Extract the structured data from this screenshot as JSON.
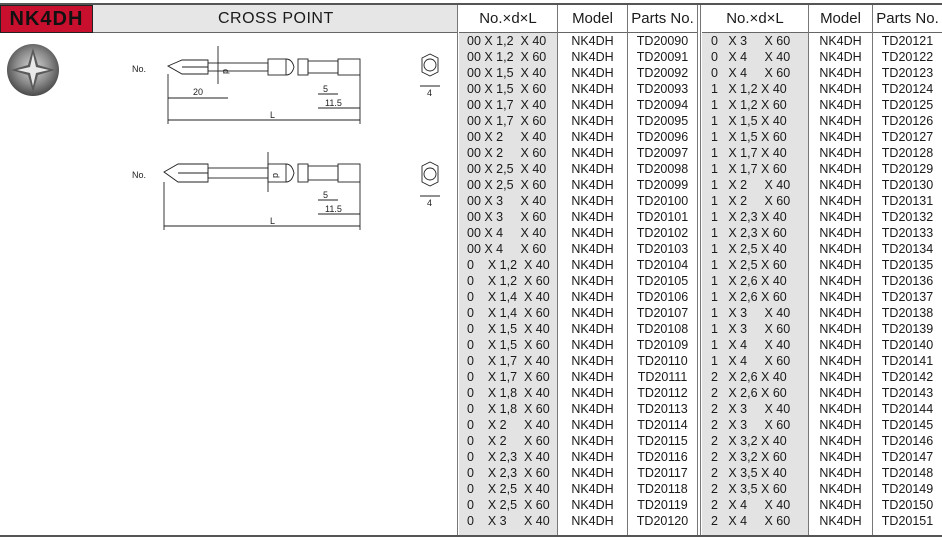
{
  "header": {
    "badge": "NK4DH",
    "title": "CROSS POINT"
  },
  "columns": {
    "size": "No.×d×L",
    "model": "Model",
    "parts": "Parts No."
  },
  "drawing": {
    "no_label": "No.",
    "d_label": "d",
    "dim_5": "5",
    "dim_11_5": "11.5",
    "dim_20": "20",
    "dim_L": "L",
    "dim_4": "4"
  },
  "table_left": [
    {
      "size": "00 X 1,2  X 40",
      "model": "NK4DH",
      "parts": "TD20090"
    },
    {
      "size": "00 X 1,2  X 60",
      "model": "NK4DH",
      "parts": "TD20091"
    },
    {
      "size": "00 X 1,5  X 40",
      "model": "NK4DH",
      "parts": "TD20092"
    },
    {
      "size": "00 X 1,5  X 60",
      "model": "NK4DH",
      "parts": "TD20093"
    },
    {
      "size": "00 X 1,7  X 40",
      "model": "NK4DH",
      "parts": "TD20094"
    },
    {
      "size": "00 X 1,7  X 60",
      "model": "NK4DH",
      "parts": "TD20095"
    },
    {
      "size": "00 X 2     X 40",
      "model": "NK4DH",
      "parts": "TD20096"
    },
    {
      "size": "00 X 2     X 60",
      "model": "NK4DH",
      "parts": "TD20097"
    },
    {
      "size": "00 X 2,5  X 40",
      "model": "NK4DH",
      "parts": "TD20098"
    },
    {
      "size": "00 X 2,5  X 60",
      "model": "NK4DH",
      "parts": "TD20099"
    },
    {
      "size": "00 X 3     X 40",
      "model": "NK4DH",
      "parts": "TD20100"
    },
    {
      "size": "00 X 3     X 60",
      "model": "NK4DH",
      "parts": "TD20101"
    },
    {
      "size": "00 X 4     X 40",
      "model": "NK4DH",
      "parts": "TD20102"
    },
    {
      "size": "00 X 4     X 60",
      "model": "NK4DH",
      "parts": "TD20103"
    },
    {
      "size": "0    X 1,2  X 40",
      "model": "NK4DH",
      "parts": "TD20104"
    },
    {
      "size": "0    X 1,2  X 60",
      "model": "NK4DH",
      "parts": "TD20105"
    },
    {
      "size": "0    X 1,4  X 40",
      "model": "NK4DH",
      "parts": "TD20106"
    },
    {
      "size": "0    X 1,4  X 60",
      "model": "NK4DH",
      "parts": "TD20107"
    },
    {
      "size": "0    X 1,5  X 40",
      "model": "NK4DH",
      "parts": "TD20108"
    },
    {
      "size": "0    X 1,5  X 60",
      "model": "NK4DH",
      "parts": "TD20109"
    },
    {
      "size": "0    X 1,7  X 40",
      "model": "NK4DH",
      "parts": "TD20110"
    },
    {
      "size": "0    X 1,7  X 60",
      "model": "NK4DH",
      "parts": "TD20111"
    },
    {
      "size": "0    X 1,8  X 40",
      "model": "NK4DH",
      "parts": "TD20112"
    },
    {
      "size": "0    X 1,8  X 60",
      "model": "NK4DH",
      "parts": "TD20113"
    },
    {
      "size": "0    X 2     X 40",
      "model": "NK4DH",
      "parts": "TD20114"
    },
    {
      "size": "0    X 2     X 60",
      "model": "NK4DH",
      "parts": "TD20115"
    },
    {
      "size": "0    X 2,3  X 40",
      "model": "NK4DH",
      "parts": "TD20116"
    },
    {
      "size": "0    X 2,3  X 60",
      "model": "NK4DH",
      "parts": "TD20117"
    },
    {
      "size": "0    X 2,5  X 40",
      "model": "NK4DH",
      "parts": "TD20118"
    },
    {
      "size": "0    X 2,5  X 60",
      "model": "NK4DH",
      "parts": "TD20119"
    },
    {
      "size": "0    X 3     X 40",
      "model": "NK4DH",
      "parts": "TD20120"
    }
  ],
  "table_right": [
    {
      "size": "0   X 3     X 60",
      "model": "NK4DH",
      "parts": "TD20121"
    },
    {
      "size": "0   X 4     X 40",
      "model": "NK4DH",
      "parts": "TD20122"
    },
    {
      "size": "0   X 4     X 60",
      "model": "NK4DH",
      "parts": "TD20123"
    },
    {
      "size": "1   X 1,2 X 40",
      "model": "NK4DH",
      "parts": "TD20124"
    },
    {
      "size": "1   X 1,2 X 60",
      "model": "NK4DH",
      "parts": "TD20125"
    },
    {
      "size": "1   X 1,5 X 40",
      "model": "NK4DH",
      "parts": "TD20126"
    },
    {
      "size": "1   X 1,5 X 60",
      "model": "NK4DH",
      "parts": "TD20127"
    },
    {
      "size": "1   X 1,7 X 40",
      "model": "NK4DH",
      "parts": "TD20128"
    },
    {
      "size": "1   X 1,7 X 60",
      "model": "NK4DH",
      "parts": "TD20129"
    },
    {
      "size": "1   X 2     X 40",
      "model": "NK4DH",
      "parts": "TD20130"
    },
    {
      "size": "1   X 2     X 60",
      "model": "NK4DH",
      "parts": "TD20131"
    },
    {
      "size": "1   X 2,3 X 40",
      "model": "NK4DH",
      "parts": "TD20132"
    },
    {
      "size": "1   X 2,3 X 60",
      "model": "NK4DH",
      "parts": "TD20133"
    },
    {
      "size": "1   X 2,5 X 40",
      "model": "NK4DH",
      "parts": "TD20134"
    },
    {
      "size": "1   X 2,5 X 60",
      "model": "NK4DH",
      "parts": "TD20135"
    },
    {
      "size": "1   X 2,6 X 40",
      "model": "NK4DH",
      "parts": "TD20136"
    },
    {
      "size": "1   X 2,6 X 60",
      "model": "NK4DH",
      "parts": "TD20137"
    },
    {
      "size": "1   X 3     X 40",
      "model": "NK4DH",
      "parts": "TD20138"
    },
    {
      "size": "1   X 3     X 60",
      "model": "NK4DH",
      "parts": "TD20139"
    },
    {
      "size": "1   X 4     X 40",
      "model": "NK4DH",
      "parts": "TD20140"
    },
    {
      "size": "1   X 4     X 60",
      "model": "NK4DH",
      "parts": "TD20141"
    },
    {
      "size": "2   X 2,6 X 40",
      "model": "NK4DH",
      "parts": "TD20142"
    },
    {
      "size": "2   X 2,6 X 60",
      "model": "NK4DH",
      "parts": "TD20143"
    },
    {
      "size": "2   X 3     X 40",
      "model": "NK4DH",
      "parts": "TD20144"
    },
    {
      "size": "2   X 3     X 60",
      "model": "NK4DH",
      "parts": "TD20145"
    },
    {
      "size": "2   X 3,2 X 40",
      "model": "NK4DH",
      "parts": "TD20146"
    },
    {
      "size": "2   X 3,2 X 60",
      "model": "NK4DH",
      "parts": "TD20147"
    },
    {
      "size": "2   X 3,5 X 40",
      "model": "NK4DH",
      "parts": "TD20148"
    },
    {
      "size": "2   X 3,5 X 60",
      "model": "NK4DH",
      "parts": "TD20149"
    },
    {
      "size": "2   X 4     X 40",
      "model": "NK4DH",
      "parts": "TD20150"
    },
    {
      "size": "2   X 4     X 60",
      "model": "NK4DH",
      "parts": "TD20151"
    }
  ]
}
